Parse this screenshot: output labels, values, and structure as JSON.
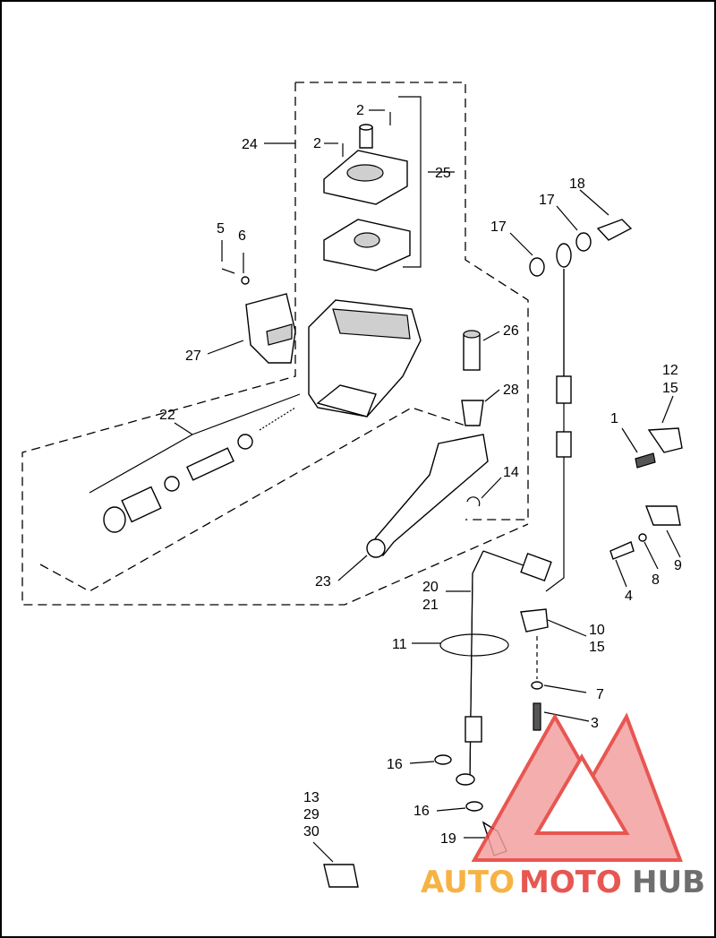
{
  "labels": {
    "l_1": "1",
    "l_2a": "2",
    "l_2b": "2",
    "l_3": "3",
    "l_4": "4",
    "l_5": "5",
    "l_6": "6",
    "l_7": "7",
    "l_8": "8",
    "l_9": "9",
    "l_10": "10",
    "l_15b": "15",
    "l_11": "11",
    "l_12": "12",
    "l_15a": "15",
    "l_13": "13",
    "l_29": "29",
    "l_30": "30",
    "l_14": "14",
    "l_16a": "16",
    "l_16b": "16",
    "l_17a": "17",
    "l_17b": "17",
    "l_18": "18",
    "l_19": "19",
    "l_20": "20",
    "l_21": "21",
    "l_22": "22",
    "l_23": "23",
    "l_24": "24",
    "l_25": "25",
    "l_26": "26",
    "l_27": "27",
    "l_28": "28"
  },
  "watermark": {
    "auto": "AUTO",
    "moto": "MOTO",
    "hub": "HUB",
    "colors": {
      "red": "#e53935",
      "orange": "#f5a623",
      "gray": "#555555"
    }
  }
}
